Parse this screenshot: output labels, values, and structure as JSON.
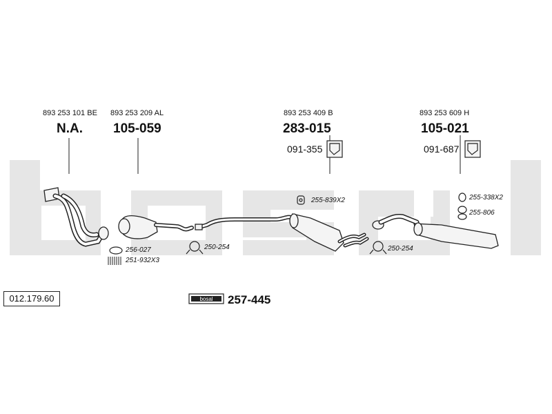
{
  "diagram": {
    "catalog_ref": "012.179.60",
    "watermark": "bosal",
    "mounting_kit": {
      "badge": "bosal",
      "number": "257-445"
    },
    "parts": [
      {
        "oem": "893 253 101 BE",
        "number": "N.A."
      },
      {
        "oem": "893 253 209 AL",
        "number": "105-059"
      },
      {
        "oem": "893 253 409 B",
        "number": "283-015",
        "accessory": "091-355"
      },
      {
        "oem": "893 253 609 H",
        "number": "105-021",
        "accessory": "091-687"
      }
    ],
    "small_parts": [
      {
        "code": "256-027",
        "icon": "gasket-ring-icon"
      },
      {
        "code": "251-932X3",
        "icon": "spring-icon"
      },
      {
        "code": "250-254",
        "icon": "clamp-icon"
      },
      {
        "code": "255-839X2",
        "icon": "rubber-hanger-icon"
      },
      {
        "code": "250-254",
        "icon": "clamp-icon"
      },
      {
        "code": "255-338X2",
        "icon": "rubber-ring-icon"
      },
      {
        "code": "255-806",
        "icon": "rubber-mount-icon"
      }
    ],
    "colors": {
      "line": "#222222",
      "watermark": "#e6e6e6",
      "fill": "#f4f4f4"
    }
  }
}
